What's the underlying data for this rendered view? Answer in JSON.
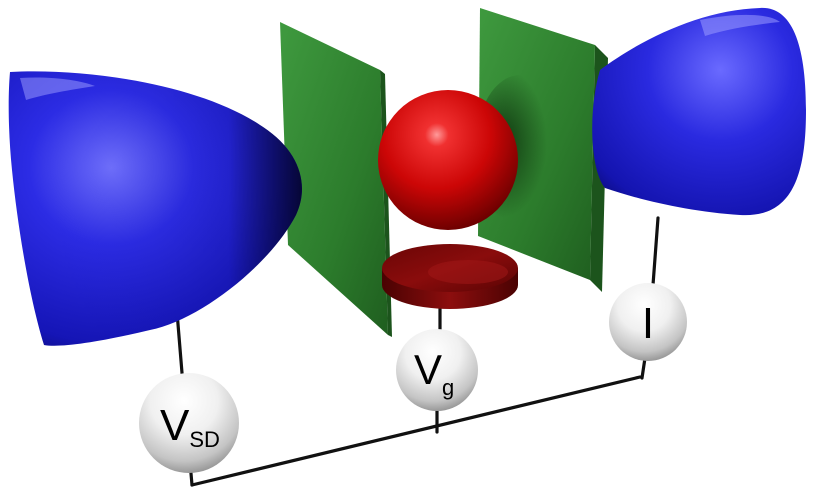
{
  "diagram": {
    "labels": {
      "vsd_main": "V",
      "vsd_sub": "SD",
      "vg_main": "V",
      "vg_sub": "g",
      "i_main": "I"
    },
    "colors": {
      "lead_blue": "#2222d8",
      "gate_green": "#2f7a2f",
      "dot_red": "#d01010",
      "disc_darkred": "#7a0a0a",
      "wire_black": "#111111",
      "meter_white": "#f2f2f2"
    }
  }
}
